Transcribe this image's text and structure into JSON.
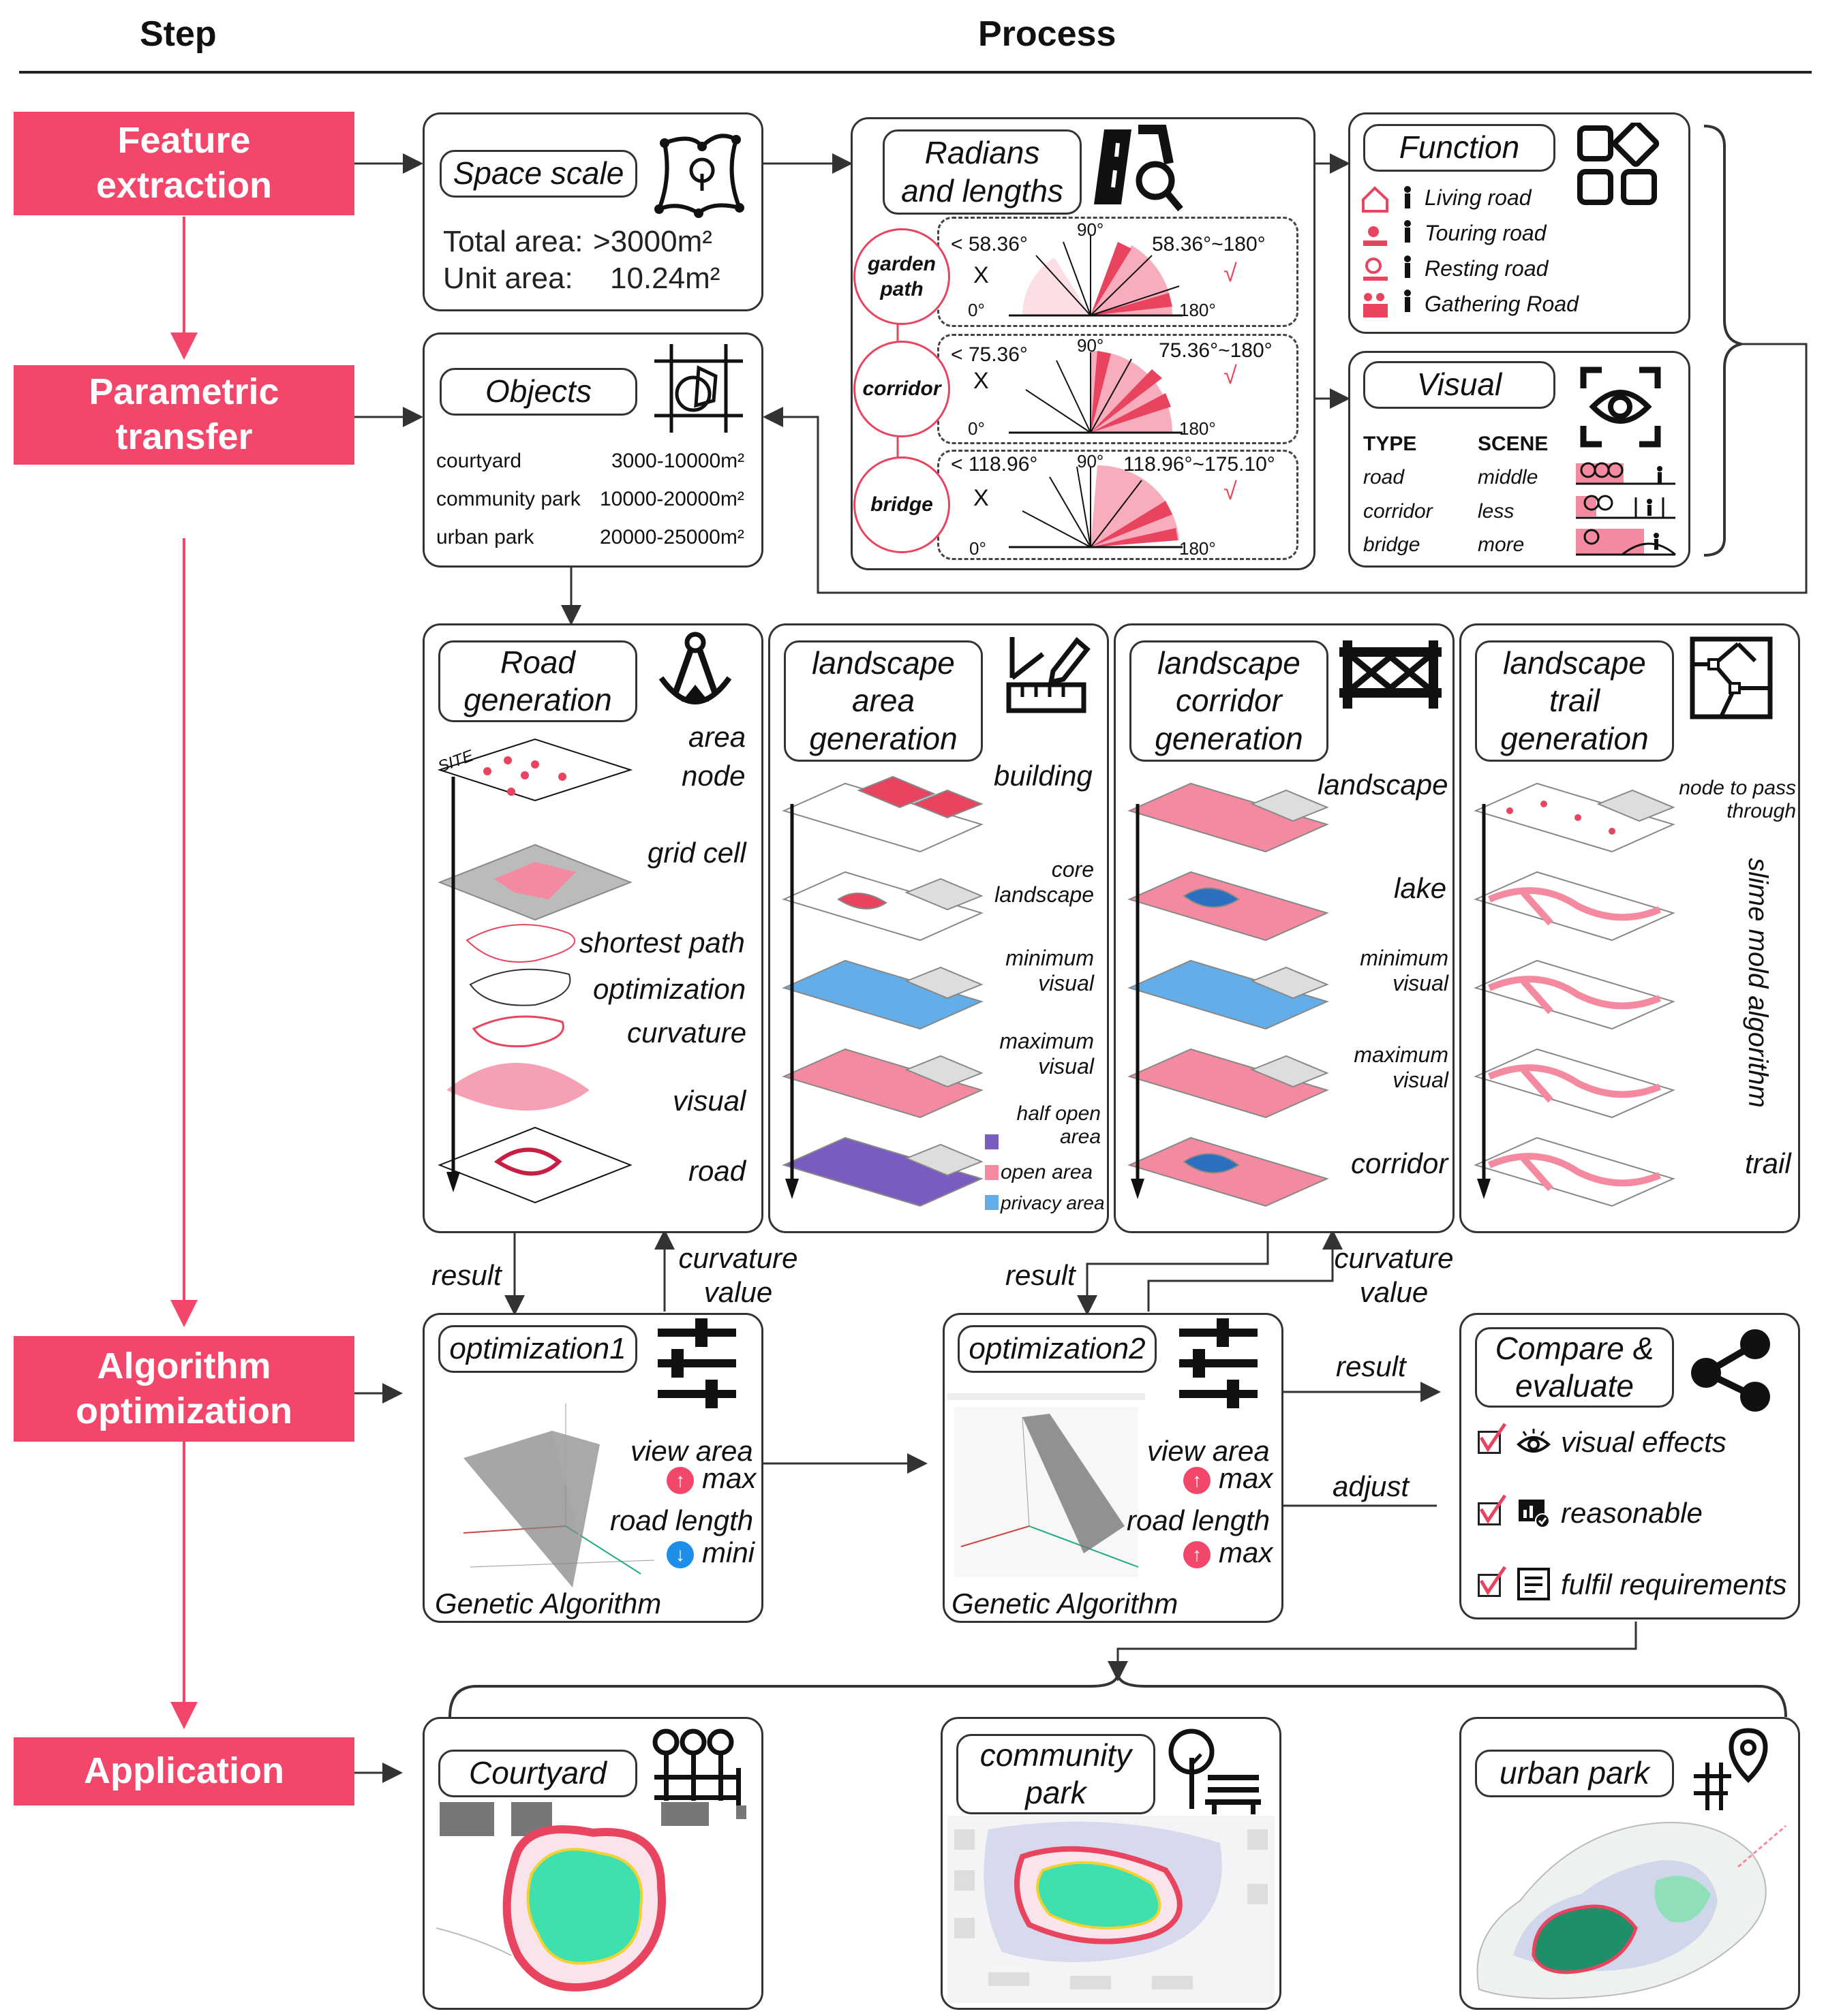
{
  "header": {
    "step": "Step",
    "process": "Process"
  },
  "steps": {
    "feature": "Feature extraction",
    "parametric": "Parametric transfer",
    "algorithm": "Algorithm optimization",
    "application": "Application"
  },
  "space_scale": {
    "title": "Space scale",
    "total_label": "Total area:",
    "total_value": ">3000m²",
    "unit_label": "Unit area:",
    "unit_value": "10.24m²"
  },
  "objects": {
    "title": "Objects",
    "rows": [
      {
        "name": "courtyard",
        "range": "3000-10000m²"
      },
      {
        "name": "community park",
        "range": "10000-20000m²"
      },
      {
        "name": "urban park",
        "range": "20000-25000m²"
      }
    ]
  },
  "radians": {
    "title": "Radians and lengths",
    "rows": [
      {
        "name": "garden path",
        "reject": "< 58.36°",
        "accept": "58.36°~180°",
        "x": "X",
        "check": "√",
        "top": "90°",
        "left": "0°",
        "right": "180°"
      },
      {
        "name": "corridor",
        "reject": "< 75.36°",
        "accept": "75.36°~180°",
        "x": "X",
        "check": "√",
        "top": "90°",
        "left": "0°",
        "right": "180°"
      },
      {
        "name": "bridge",
        "reject": "< 118.96°",
        "accept": "118.96°~175.10°",
        "x": "X",
        "check": "√",
        "top": "90°",
        "left": "0°",
        "right": "180°"
      }
    ]
  },
  "function": {
    "title": "Function",
    "items": [
      "Living road",
      "Touring road",
      "Resting road",
      "Gathering Road"
    ]
  },
  "visual": {
    "title": "Visual",
    "col_type": "TYPE",
    "col_scene": "SCENE",
    "rows": [
      {
        "type": "road",
        "scene": "middle"
      },
      {
        "type": "corridor",
        "scene": "less"
      },
      {
        "type": "bridge",
        "scene": "more"
      }
    ]
  },
  "generation": {
    "road": {
      "title": "Road generation",
      "site": "SITE",
      "labels": [
        "area",
        "node",
        "grid cell",
        "shortest path",
        "optimization",
        "curvature",
        "visual",
        "road"
      ]
    },
    "area": {
      "title": "landscape area generation",
      "labels": [
        "building",
        "core landscape",
        "minimum visual",
        "maximum visual",
        "half open area",
        "open area",
        "privacy area"
      ]
    },
    "corridor": {
      "title": "landscape corridor generation",
      "labels": [
        "landscape",
        "lake",
        "minimum visual",
        "maximum visual",
        "corridor"
      ]
    },
    "trail": {
      "title": "landscape trail generation",
      "labels": [
        "node to pass through",
        "slime mold algorithm",
        "trail"
      ]
    }
  },
  "flow": {
    "result": "result",
    "curvature_value": "curvature value",
    "adjust": "adjust"
  },
  "opt1": {
    "title": "optimization1",
    "view": "view area",
    "view_dir": "max",
    "road": "road length",
    "road_dir": "mini",
    "footer": "Genetic Algorithm"
  },
  "opt2": {
    "title": "optimization2",
    "view": "view area",
    "view_dir": "max",
    "road": "road length",
    "road_dir": "max",
    "footer": "Genetic Algorithm"
  },
  "compare": {
    "title": "Compare & evaluate",
    "items": [
      "visual effects",
      "reasonable",
      "fulfil requirements"
    ]
  },
  "application": {
    "items": [
      "Courtyard",
      "community park",
      "urban park"
    ]
  },
  "colors": {
    "accent": "#f2476a",
    "pink": "#f48aa0",
    "blue": "#63aee8",
    "purple": "#7a5cc0",
    "teal": "#2fc7a5"
  }
}
